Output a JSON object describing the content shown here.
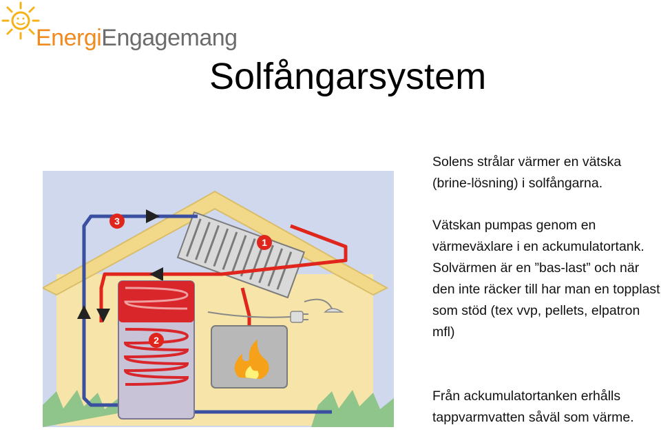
{
  "logo": {
    "part1": "Energi",
    "part2": "Engagemang",
    "icon": "sun-icon"
  },
  "title": "Solfångarsystem",
  "paragraphs": {
    "p1": "Solens strålar värmer en vätska (brine-lösning) i solfångarna.",
    "p2": "Vätskan pumpas genom en värmeväxlare i en ackumulatortank. Solvärmen är en ”bas-last” och när den inte räcker till har man en topplast som stöd (tex vvp, pellets, elpatron mfl)",
    "p3": "Från ackumulatortanken erhålls tappvarmvatten såväl som värme."
  },
  "diagram": {
    "markers": [
      "1",
      "2",
      "3"
    ],
    "colors": {
      "hot_pipe": "#e0261c",
      "cold_pipe": "#3a4fa0",
      "house_wall": "#f6e4a8",
      "roof": "#f2d98a",
      "tank": "#d8262a",
      "boiler": "#b8b8b8",
      "flame": "#f5a21a"
    }
  }
}
